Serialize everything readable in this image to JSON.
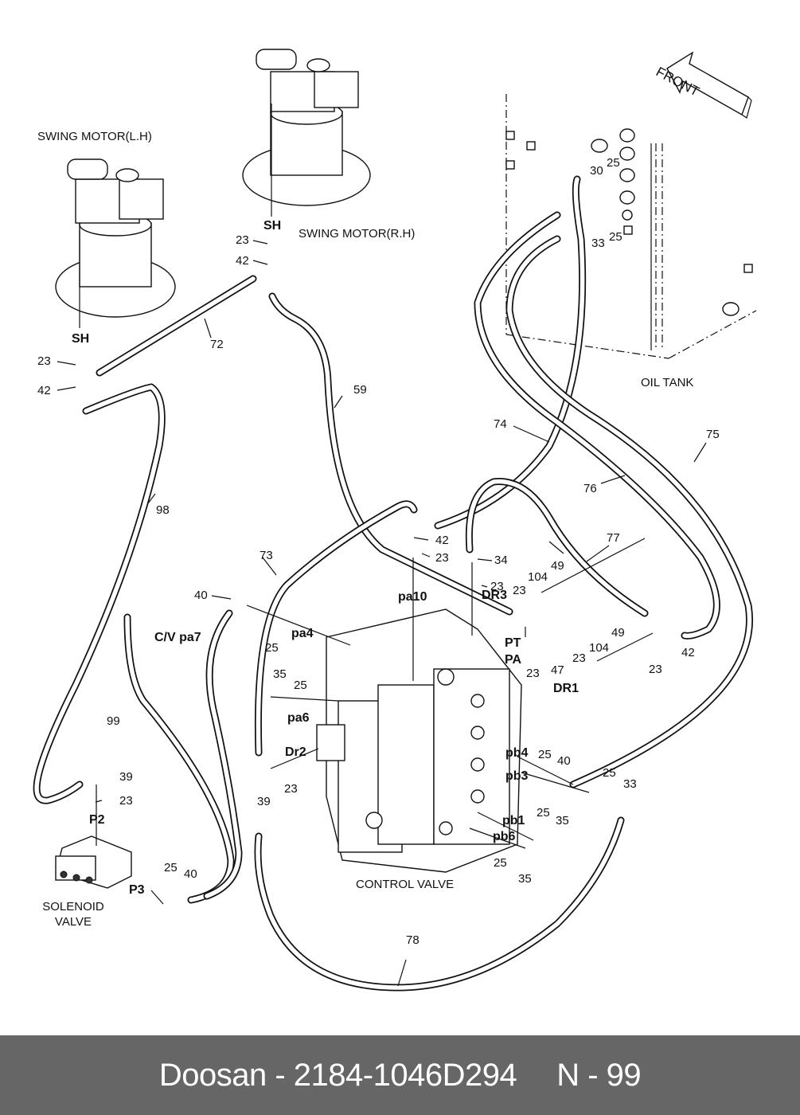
{
  "footer": {
    "brand": "Doosan",
    "separator": "-",
    "part_number": "2184-1046D294",
    "page": "N - 99"
  },
  "titles": {
    "front": "FRONT",
    "swing_motor_lh": "SWING MOTOR(L.H)",
    "swing_motor_rh": "SWING MOTOR(R.H)",
    "oil_tank": "OIL TANK",
    "control_valve": "CONTROL VALVE",
    "solenoid_valve_line1": "SOLENOID",
    "solenoid_valve_line2": "VALVE"
  },
  "port_labels": {
    "sh_lh": "SH",
    "sh_rh": "SH",
    "pa10": "pa10",
    "dr3": "DR3",
    "pt": "PT",
    "pa": "PA",
    "dr1": "DR1",
    "pa4": "pa4",
    "pa6": "pa6",
    "dr2": "Dr2",
    "cv_pa7": "C/V pa7",
    "pb4": "pb4",
    "pb3": "pb3",
    "pb1": "pb1",
    "pb6": "pb6",
    "p2": "P2",
    "p3": "P3"
  },
  "callouts": [
    {
      "id": "c-30",
      "text": "30"
    },
    {
      "id": "c-25a",
      "text": "25"
    },
    {
      "id": "c-33a",
      "text": "33"
    },
    {
      "id": "c-25b",
      "text": "25"
    },
    {
      "id": "c-23-rh",
      "text": "23"
    },
    {
      "id": "c-42-rh",
      "text": "42"
    },
    {
      "id": "c-23-lh",
      "text": "23"
    },
    {
      "id": "c-42-lh",
      "text": "42"
    },
    {
      "id": "c-72",
      "text": "72"
    },
    {
      "id": "c-59",
      "text": "59"
    },
    {
      "id": "c-98",
      "text": "98"
    },
    {
      "id": "c-74",
      "text": "74"
    },
    {
      "id": "c-75",
      "text": "75"
    },
    {
      "id": "c-76",
      "text": "76"
    },
    {
      "id": "c-77",
      "text": "77"
    },
    {
      "id": "c-73",
      "text": "73"
    },
    {
      "id": "c-42-pa10",
      "text": "42"
    },
    {
      "id": "c-23-pa10",
      "text": "23"
    },
    {
      "id": "c-34",
      "text": "34"
    },
    {
      "id": "c-23-dr3",
      "text": "23"
    },
    {
      "id": "c-104a",
      "text": "104"
    },
    {
      "id": "c-49a",
      "text": "49"
    },
    {
      "id": "c-23-pt",
      "text": "23"
    },
    {
      "id": "c-49b",
      "text": "49"
    },
    {
      "id": "c-104b",
      "text": "104"
    },
    {
      "id": "c-23-104b",
      "text": "23"
    },
    {
      "id": "c-47",
      "text": "47"
    },
    {
      "id": "c-23-pa",
      "text": "23"
    },
    {
      "id": "c-42-dr1",
      "text": "42"
    },
    {
      "id": "c-23-dr1",
      "text": "23"
    },
    {
      "id": "c-40-pa4",
      "text": "40"
    },
    {
      "id": "c-25-pa4",
      "text": "25"
    },
    {
      "id": "c-35-pa6",
      "text": "35"
    },
    {
      "id": "c-25-pa6",
      "text": "25"
    },
    {
      "id": "c-39-dr2",
      "text": "39"
    },
    {
      "id": "c-23-dr2",
      "text": "23"
    },
    {
      "id": "c-99",
      "text": "99"
    },
    {
      "id": "c-39-p2",
      "text": "39"
    },
    {
      "id": "c-23-p2",
      "text": "23"
    },
    {
      "id": "c-25-p3",
      "text": "25"
    },
    {
      "id": "c-40-p3",
      "text": "40"
    },
    {
      "id": "c-25-pb4",
      "text": "25"
    },
    {
      "id": "c-40-pb4",
      "text": "40"
    },
    {
      "id": "c-25-pb3",
      "text": "25"
    },
    {
      "id": "c-33-pb3",
      "text": "33"
    },
    {
      "id": "c-25-pb1",
      "text": "25"
    },
    {
      "id": "c-35-pb1",
      "text": "35"
    },
    {
      "id": "c-25-pb6",
      "text": "25"
    },
    {
      "id": "c-35-pb6",
      "text": "35"
    },
    {
      "id": "c-78",
      "text": "78"
    }
  ]
}
